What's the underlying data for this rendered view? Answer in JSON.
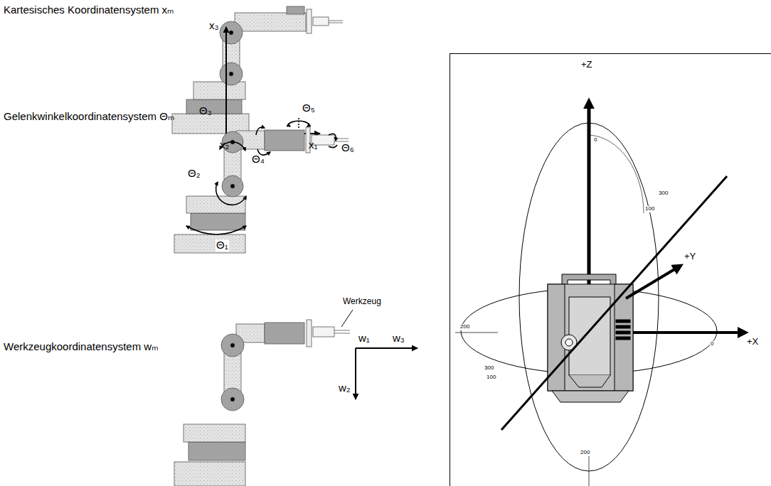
{
  "diagram": {
    "labels": [
      "Kartesisches Koordinatensystem xₘ",
      "x₃",
      "x₂",
      "x₁",
      "Gelenkwinkelkoordinatensystem Θₘ",
      "Θ₃",
      "Θ₅",
      "Θ₂",
      "Θ₄",
      "Θ₆",
      "Θ₁",
      "Werkzeugkoordinatensystem wₘ",
      "Werkzeug",
      "w₁",
      "w₃",
      "w₂",
      "+Z",
      "0",
      "+Y",
      "300",
      "100",
      "200",
      "+X",
      "0",
      "300",
      "100",
      "200"
    ]
  }
}
